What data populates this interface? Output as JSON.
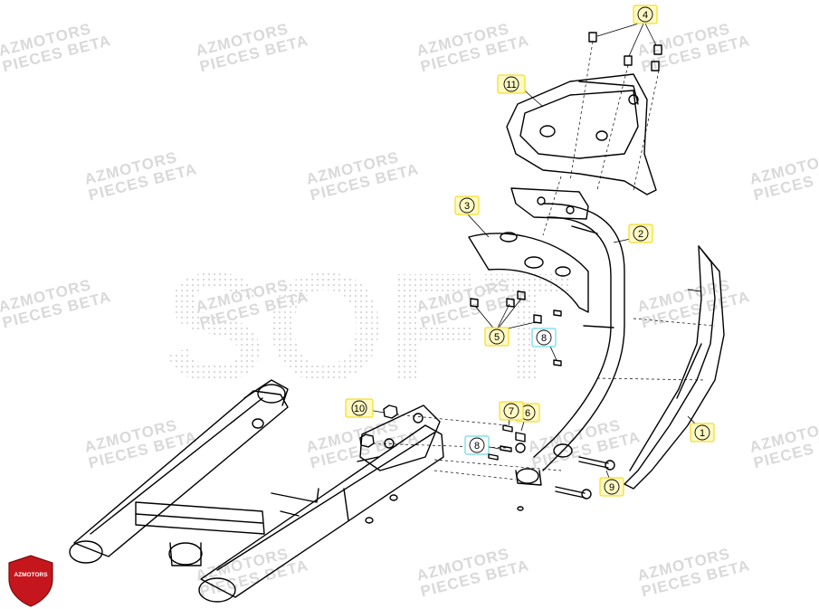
{
  "watermark": {
    "line1": "AZMOTORS",
    "line2": "PIECES BETA",
    "color": "#d9d9d9"
  },
  "logo": {
    "text": "AZMOTORS",
    "shield_color": "#c4161c",
    "icon": "shield-icon"
  },
  "background_mark": {
    "text": "SOFT",
    "color": "#c8c8c8"
  },
  "callouts": [
    {
      "id": "callout-1",
      "label": "1",
      "style": "yellow"
    },
    {
      "id": "callout-2",
      "label": "2",
      "style": "yellow"
    },
    {
      "id": "callout-3",
      "label": "3",
      "style": "yellow"
    },
    {
      "id": "callout-4",
      "label": "4",
      "style": "yellow"
    },
    {
      "id": "callout-5",
      "label": "5",
      "style": "yellow"
    },
    {
      "id": "callout-6",
      "label": "6",
      "style": "yellow"
    },
    {
      "id": "callout-7",
      "label": "7",
      "style": "yellow"
    },
    {
      "id": "callout-8a",
      "label": "8",
      "style": "cyan"
    },
    {
      "id": "callout-8b",
      "label": "8",
      "style": "cyan"
    },
    {
      "id": "callout-9",
      "label": "9",
      "style": "yellow"
    },
    {
      "id": "callout-10",
      "label": "10",
      "style": "yellow"
    },
    {
      "id": "callout-11",
      "label": "11",
      "style": "yellow"
    }
  ],
  "colors": {
    "callout_yellow_fill": "#fff9c4",
    "callout_yellow_border": "#f2d600",
    "callout_cyan_fill": "#ffffff",
    "callout_cyan_border": "#4dd0e1"
  }
}
